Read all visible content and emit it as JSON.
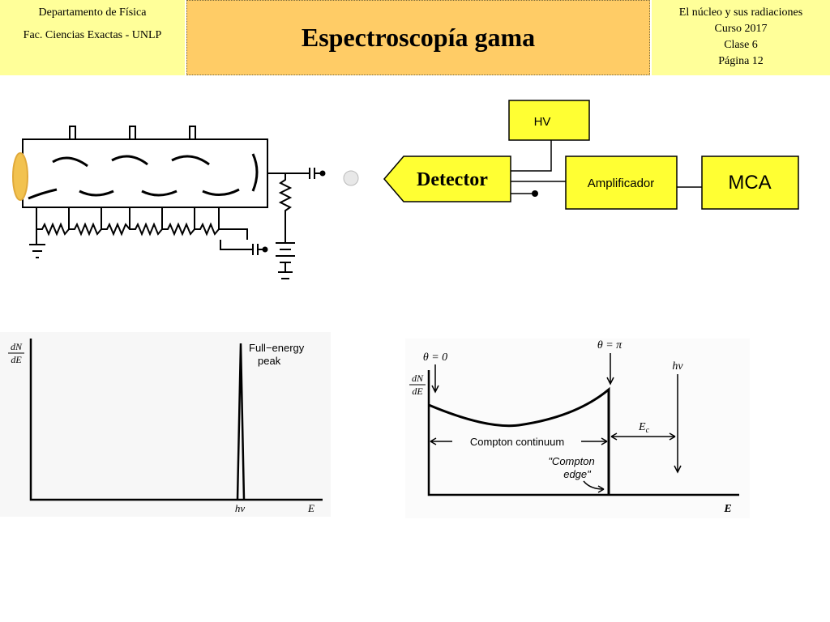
{
  "header": {
    "left_line1": "Departamento de Física",
    "left_line2": "Fac. Ciencias Exactas - UNLP",
    "title": "Espectroscopía gama",
    "right_line1": "El núcleo y sus radiaciones",
    "right_line2": "Curso 2017",
    "right_line3": "Clase 6",
    "right_line4": "Página 12"
  },
  "block_diagram": {
    "hv": "HV",
    "detector": "Detector",
    "amplifier": "Amplificador",
    "mca": "MCA"
  },
  "left_spectrum": {
    "ylabel_num": "dN",
    "ylabel_den": "dE",
    "peak_label_1": "Full−energy",
    "peak_label_2": "peak",
    "x_tick": "hν",
    "x_label": "E"
  },
  "right_spectrum": {
    "theta0": "θ = 0",
    "thetapi": "θ = π",
    "hv": "hν",
    "ylabel_num": "dN",
    "ylabel_den": "dE",
    "continuum": "Compton continuum",
    "ec": "E",
    "ec_sub": "c",
    "edge_1": "\"Compton",
    "edge_2": "edge\"",
    "x_label": "E"
  },
  "colors": {
    "header_side": "#ffff99",
    "header_center": "#ffcc66",
    "box_yellow": "#ffff33",
    "photocathode": "#f2c24f"
  }
}
